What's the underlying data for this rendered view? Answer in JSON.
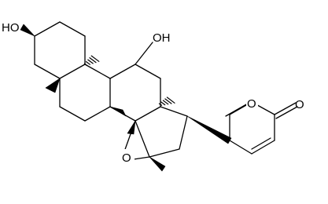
{
  "atom_labels": {
    "oh_c3": "HO",
    "oh_c11": "OH",
    "o_epoxide": "O",
    "o_lactone_ring": "O",
    "o_carbonyl": "O"
  }
}
